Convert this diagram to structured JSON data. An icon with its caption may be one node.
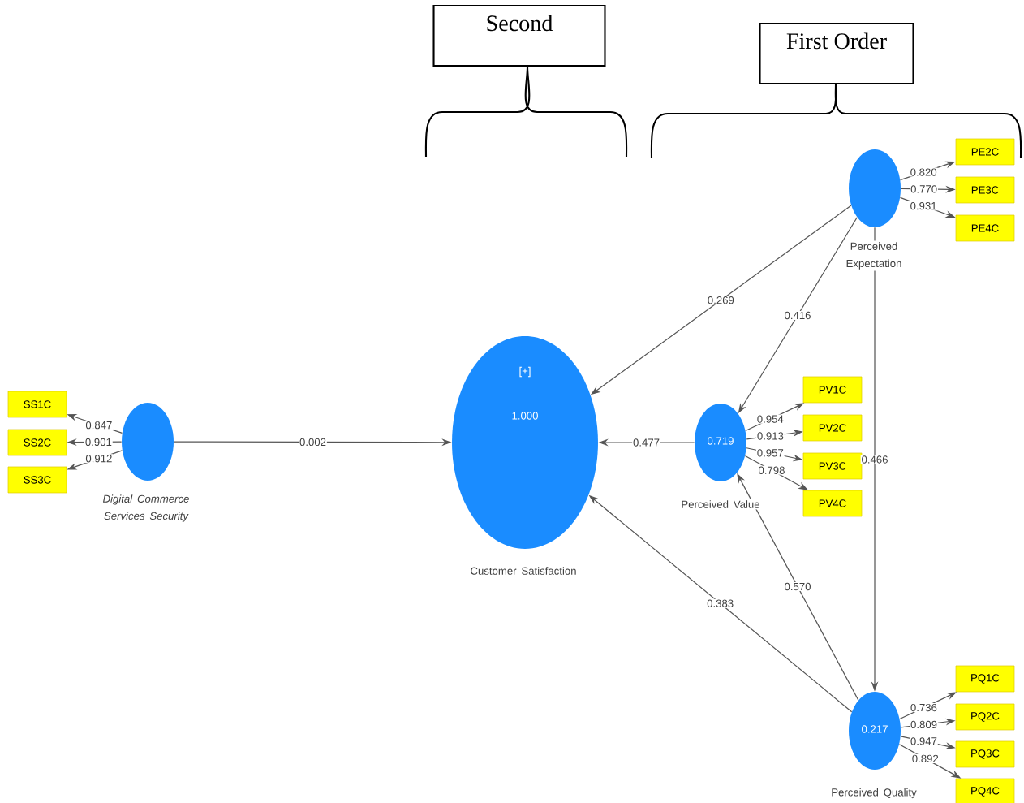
{
  "diagram": {
    "nodes": [
      {
        "text": [
          "Second"
        ]
      },
      {
        "text": [
          "First Order"
        ]
      },
      {
        "text": [
          "PE2C"
        ]
      },
      {
        "text": [
          "PE3C"
        ]
      },
      {
        "text": [
          "PE4C"
        ]
      },
      {
        "text": [],
        "shape": "circle",
        "beside": [
          "Perceived Expectation"
        ]
      },
      {
        "text": [
          "SS1C"
        ]
      },
      {
        "text": [
          "SS2C"
        ]
      },
      {
        "text": [
          "SS3C"
        ]
      },
      {
        "text": [],
        "shape": "circle",
        "beside": [
          "Digital Commerce Services Security"
        ]
      },
      {
        "text": [
          "[+]",
          "1.000"
        ],
        "beside": [
          "Customer Satisfaction"
        ]
      },
      {
        "text": [
          "0.719"
        ],
        "beside": [
          "Perceived Value"
        ]
      },
      {
        "text": [
          "PV1C"
        ]
      },
      {
        "text": [
          "PV2C"
        ]
      },
      {
        "text": [
          "PV3C"
        ]
      },
      {
        "text": [
          "PV4C"
        ]
      },
      {
        "text": [
          "0.217"
        ],
        "beside": [
          "Perceived Quality"
        ]
      },
      {
        "text": [
          "PQ1C"
        ]
      },
      {
        "text": [
          "PQ2C"
        ]
      },
      {
        "text": [
          "PQ3C"
        ]
      },
      {
        "text": [
          "PQ4C"
        ]
      }
    ],
    "edges": [
      {
        "from": 5,
        "to": 2,
        "arrow": "to",
        "label": "0.820"
      },
      {
        "from": 5,
        "to": 3,
        "arrow": "to",
        "label": "0.770"
      },
      {
        "from": 5,
        "to": 4,
        "arrow": "to",
        "label": "0.931"
      },
      {
        "from": 9,
        "to": 6,
        "arrow": "to",
        "label": "0.847"
      },
      {
        "from": 9,
        "to": 7,
        "arrow": "to",
        "label": "0.901"
      },
      {
        "from": 9,
        "to": 8,
        "arrow": "to",
        "label": "0.912"
      },
      {
        "from": 9,
        "to": 10,
        "arrow": "to",
        "label": "0.002"
      },
      {
        "from": 5,
        "to": 10,
        "arrow": "to",
        "label": "0.269"
      },
      {
        "from": 5,
        "to": 11,
        "arrow": "to",
        "label": "0.416"
      },
      {
        "from": 5,
        "to": 16,
        "arrow": "to",
        "label": "0.466"
      },
      {
        "from": 11,
        "to": 10,
        "arrow": "to",
        "label": "0.477"
      },
      {
        "from": 11,
        "to": 12,
        "arrow": "to",
        "label": "0.954"
      },
      {
        "from": 11,
        "to": 13,
        "arrow": "to",
        "label": "0.913"
      },
      {
        "from": 11,
        "to": 14,
        "arrow": "to",
        "label": "0.957"
      },
      {
        "from": 11,
        "to": 15,
        "arrow": "to",
        "label": "0.798"
      },
      {
        "from": 16,
        "to": 10,
        "arrow": "to",
        "label": "0.383"
      },
      {
        "from": 16,
        "to": 11,
        "arrow": "to",
        "label": "0.570"
      },
      {
        "from": 16,
        "to": 17,
        "arrow": "to",
        "label": "0.736"
      },
      {
        "from": 16,
        "to": 18,
        "arrow": "to",
        "label": "0.809"
      },
      {
        "from": 16,
        "to": 19,
        "arrow": "to",
        "label": "0.947"
      },
      {
        "from": 16,
        "to": 20,
        "arrow": "to",
        "label": "0.892"
      }
    ]
  }
}
